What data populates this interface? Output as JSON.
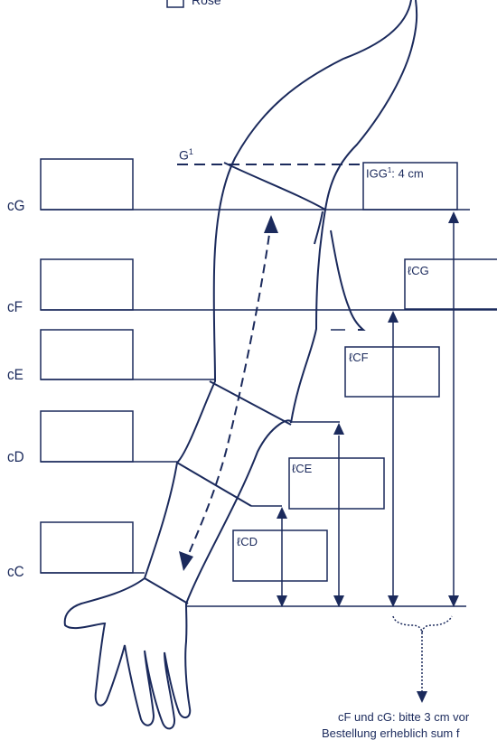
{
  "top_checkbox_label": "Rose",
  "g_marker": {
    "base": "G",
    "sup": "1"
  },
  "circumferences": [
    {
      "id": "cG",
      "label": "cG"
    },
    {
      "id": "cF",
      "label": "cF"
    },
    {
      "id": "cE",
      "label": "cE"
    },
    {
      "id": "cD",
      "label": "cD"
    },
    {
      "id": "cC",
      "label": "cC"
    }
  ],
  "lengths": [
    {
      "id": "lCG",
      "label": "ℓCG"
    },
    {
      "id": "lCF",
      "label": "ℓCF"
    },
    {
      "id": "lCE",
      "label": "ℓCE"
    },
    {
      "id": "lCD",
      "label": "ℓCD"
    }
  ],
  "igg_note": {
    "base": "IGG",
    "sup": "1",
    "rest": ": 4 cm"
  },
  "footer_note": {
    "line1": "cF und cG: bitte 3 cm vor",
    "line2": "Bestellung erheblich sum f"
  },
  "colors": {
    "ink": "#1b2a5c",
    "background": "#ffffff"
  }
}
